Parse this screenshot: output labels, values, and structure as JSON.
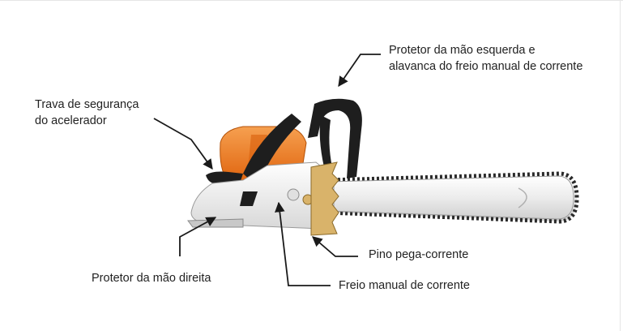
{
  "labels": {
    "left_hand_guard": "Protetor da mão esquerda e\nalavanca do freio manual de corrente",
    "throttle_lock": "Trava de segurança\ndo acelerador",
    "right_hand_guard": "Protetor da mão direita",
    "chain_catcher": "Pino pega-corrente",
    "chain_brake": "Freio manual de corrente"
  },
  "colors": {
    "text": "#222222",
    "leader": "#1a1a1a",
    "housing_orange": "#f07a1a",
    "body_white": "#f2f2f2",
    "handle_black": "#1e1e1e",
    "bar_silver": "#e8e8e8",
    "chain_dark": "#2a2a2a",
    "spike_brass": "#d9b36a"
  }
}
